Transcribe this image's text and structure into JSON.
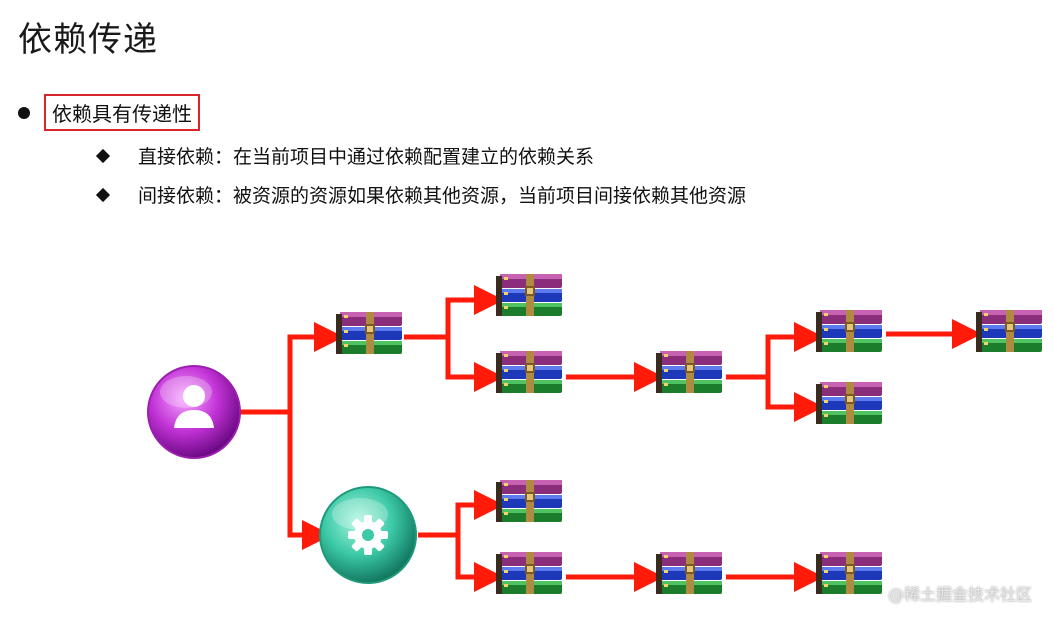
{
  "header": {
    "title": "依赖传递"
  },
  "bullet": {
    "text": "依赖具有传递性"
  },
  "points": [
    {
      "text": "直接依赖：在当前项目中通过依赖配置建立的依赖关系"
    },
    {
      "text": "间接依赖：被资源的资源如果依赖其他资源，当前项目间接依赖其他资源"
    }
  ],
  "diagram": {
    "root_icons": [
      "user-icon",
      "gear-icon"
    ],
    "node_icon": "archive-stack-icon",
    "arrow_color": "#ff1a0a"
  },
  "watermark": {
    "text": "@稀土掘金技术社区"
  }
}
